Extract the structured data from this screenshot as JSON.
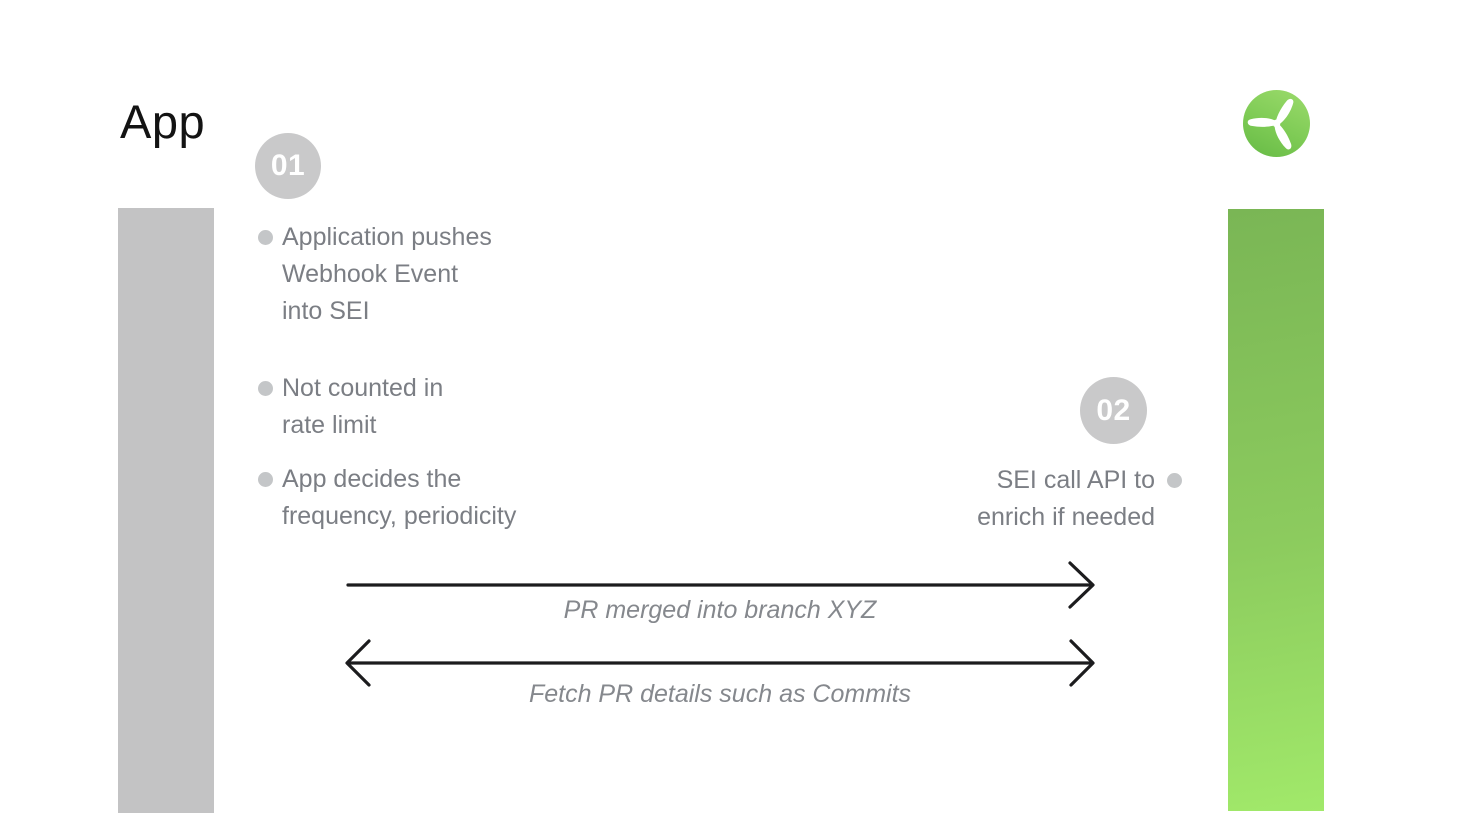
{
  "title": "App",
  "badges": {
    "step1": "01",
    "step2": "02"
  },
  "step1_bullets": [
    "Application pushes\nWebhook Event\ninto SEI",
    "Not counted in\nrate limit",
    "App decides the\nfrequency, periodicity"
  ],
  "step2_bullets": [
    "SEI call API to\nenrich if needed"
  ],
  "arrows": [
    {
      "label": "PR merged into branch XYZ",
      "direction": "right"
    },
    {
      "label": "Fetch PR details such as Commits",
      "direction": "both"
    }
  ],
  "icons": {
    "logo": "wind-turbine-icon"
  },
  "colors": {
    "accent_green_top": "#7ab655",
    "accent_green_bottom": "#a1e96a",
    "logo_green_light": "#9cdb6c",
    "logo_green_dark": "#66ba45",
    "neutral_bar": "#c3c3c4",
    "badge_background": "#c9c9ca",
    "badge_text": "#ffffff",
    "body_text": "#7b7e84",
    "label_text": "#85888d",
    "arrow": "#1c1c1e",
    "title_text": "#131313"
  }
}
